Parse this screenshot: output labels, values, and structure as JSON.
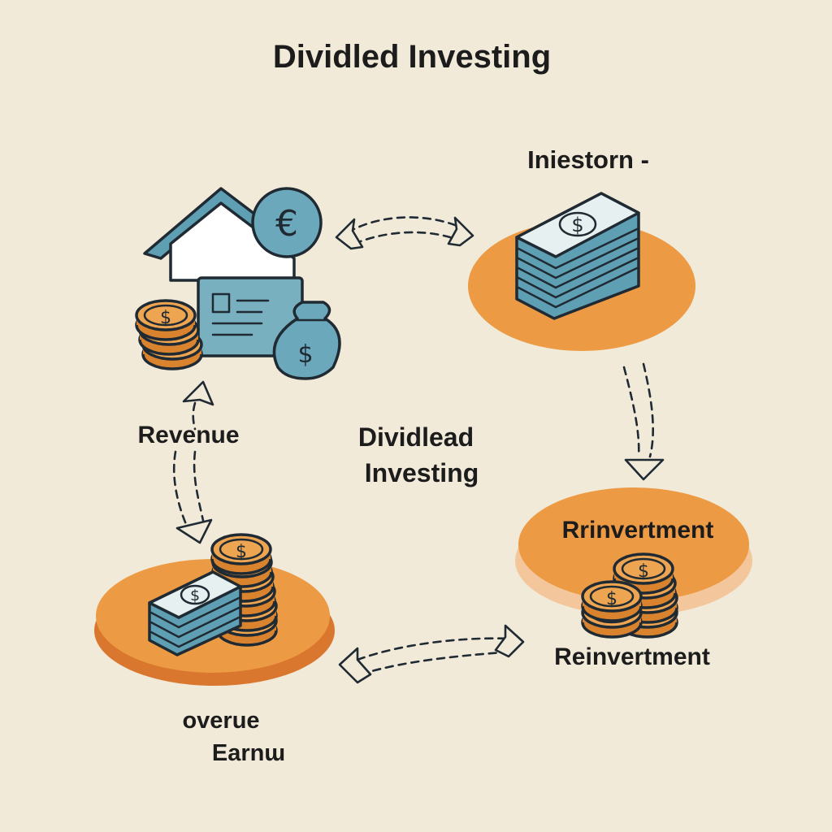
{
  "title": "Dividled Investing",
  "center_label": {
    "line1": "Dividlead",
    "line2": "Investing"
  },
  "nodes": {
    "top_left": {
      "label": "Revenue",
      "icon": "house-document-money-icon",
      "currency_symbol": "€",
      "coin_symbol": "$",
      "bag_symbol": "$"
    },
    "top_right": {
      "label": "Iniestorn -",
      "icon": "cash-stack-icon",
      "bill_symbol": "$"
    },
    "bottom_right": {
      "label_on_platform": "Rrinvertment",
      "label_below": "Reinvertment",
      "icon": "coin-stack-icon",
      "coin_symbol": "$"
    },
    "bottom_left": {
      "label_line1": "overue",
      "label_line2": "Earnɯ",
      "icon": "cash-and-coins-icon",
      "bill_symbol": "$",
      "coin_symbol": "$"
    }
  },
  "colors": {
    "background": "#f1ead9",
    "platform": "#ec9a44",
    "platform_shadow": "#d9772e",
    "teal": "#5f9fb4",
    "light_teal": "#cfe2e6",
    "coin": "#e9a04e",
    "outline": "#1f2a33"
  }
}
